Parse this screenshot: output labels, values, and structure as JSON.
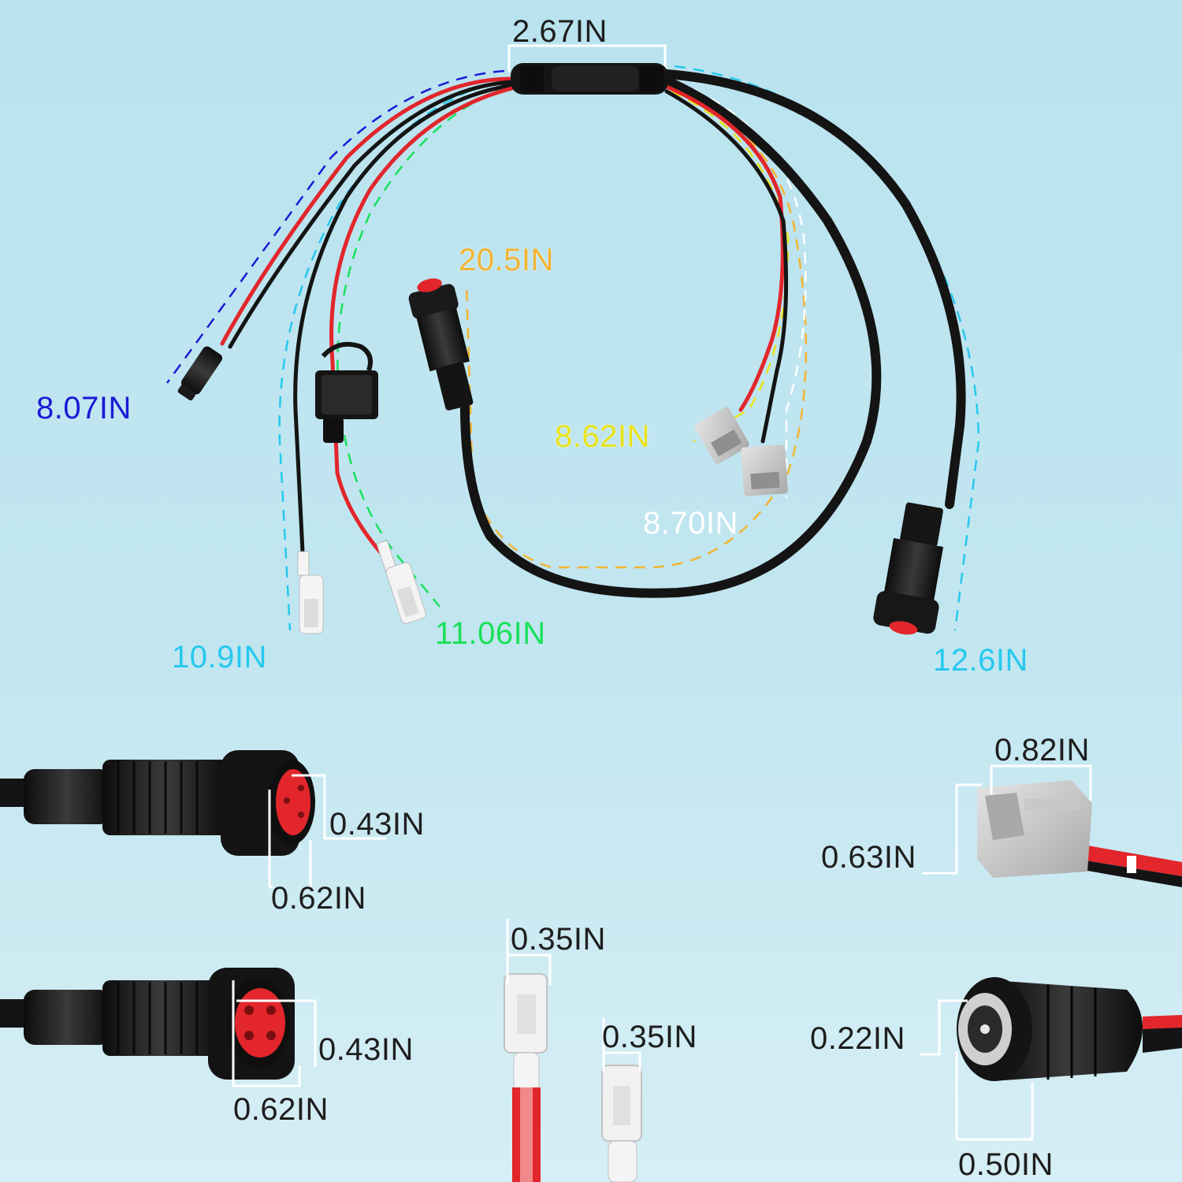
{
  "harness": {
    "labels": {
      "splitter": "2.67IN",
      "dc_barrel_lead": "8.07IN",
      "connector_lead_short": "20.5IN",
      "plug_red_lead": "8.62IN",
      "plug_black_lead": "8.70IN",
      "ground_lead": "10.9IN",
      "fused_lead": "11.06IN",
      "connector_lead_long": "12.6IN"
    },
    "colors": {
      "blue": "#1a1ad6",
      "orange": "#f3b431",
      "yellow": "#e9e31a",
      "white": "#ffffff",
      "cyan": "#27c8ee",
      "green": "#19e05a",
      "wire_red": "#e2262b",
      "wire_black": "#141414"
    }
  },
  "details": {
    "connector_3pin": {
      "width": "0.43IN",
      "height": "0.62IN"
    },
    "connector_4pin": {
      "width": "0.43IN",
      "height": "0.62IN"
    },
    "plug_block": {
      "width": "0.82IN",
      "height": "0.63IN"
    },
    "terminal_a": {
      "width": "0.35IN"
    },
    "terminal_b": {
      "width": "0.35IN"
    },
    "dc_jack": {
      "inner": "0.22IN",
      "outer": "0.50IN"
    }
  }
}
